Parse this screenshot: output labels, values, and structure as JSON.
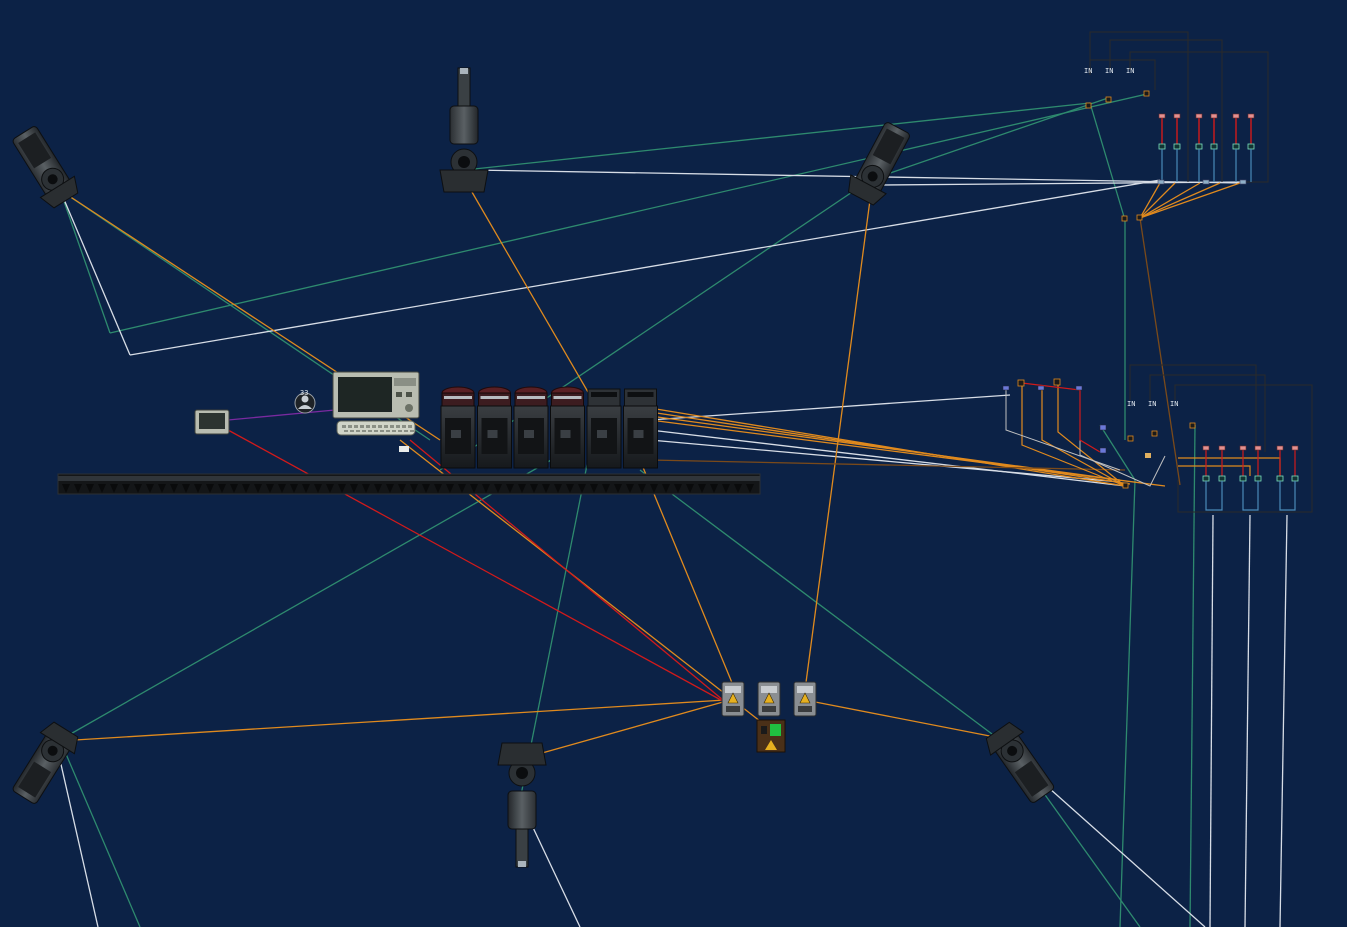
{
  "scene": {
    "background": "#0c2246",
    "wire_colors": {
      "data": "#2e8a6e",
      "power": "#e08a1e",
      "signal": "#d7dde6",
      "alarm": "#d21a1a",
      "logic": "#7a4a1a",
      "purple": "#7a2aa0"
    },
    "devices": [
      {
        "kind": "camera-turret",
        "name": "turret-top-left-icon",
        "interactable": true
      },
      {
        "kind": "camera-turret",
        "name": "turret-top-mid-icon",
        "interactable": true
      },
      {
        "kind": "camera-turret",
        "name": "turret-top-right-icon",
        "interactable": true
      },
      {
        "kind": "camera-turret",
        "name": "turret-bottom-left-icon",
        "interactable": true
      },
      {
        "kind": "camera-turret",
        "name": "turret-bottom-mid-icon",
        "interactable": true
      },
      {
        "kind": "camera-turret",
        "name": "turret-bottom-right-icon",
        "interactable": true
      },
      {
        "kind": "terminal",
        "name": "terminal-computer-icon",
        "interactable": true
      },
      {
        "kind": "monitor",
        "name": "small-monitor-icon",
        "interactable": true
      },
      {
        "kind": "avatar",
        "name": "crew-avatar-icon",
        "interactable": true
      },
      {
        "kind": "server-rack",
        "name": "server-rack-icon",
        "interactable": true
      },
      {
        "kind": "power-node",
        "name": "power-junction-icon",
        "interactable": true
      },
      {
        "kind": "conveyor",
        "name": "conveyor-belt",
        "interactable": true
      }
    ],
    "labels": {
      "avatar_tag": "33",
      "top_circuit": [
        "IN",
        "IN",
        "IN"
      ],
      "mid_circuit": [
        "IN",
        "IN",
        "IN"
      ]
    }
  }
}
